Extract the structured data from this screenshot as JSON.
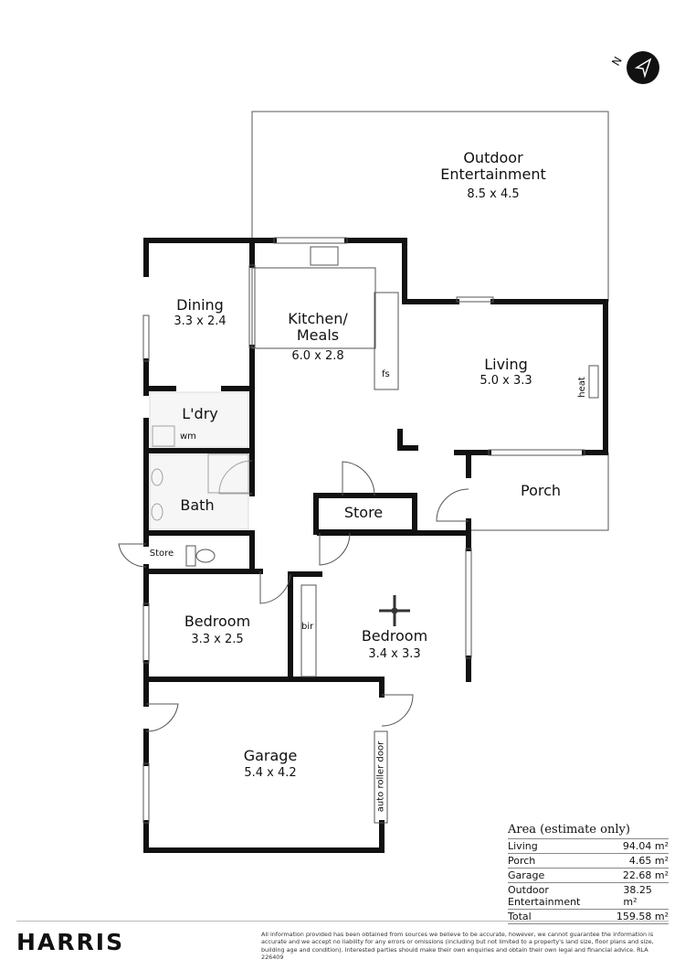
{
  "compass": {
    "north": "N",
    "icon": "north-arrow-icon"
  },
  "rooms": {
    "outdoor": {
      "name": "Outdoor\nEntertainment",
      "dims": "8.5 x 4.5"
    },
    "dining": {
      "name": "Dining",
      "dims": "3.3 x 2.4"
    },
    "kitchen": {
      "name": "Kitchen/\nMeals",
      "dims": "6.0 x 2.8"
    },
    "living": {
      "name": "Living",
      "dims": "5.0 x 3.3"
    },
    "laundry": {
      "name": "L'dry"
    },
    "bath": {
      "name": "Bath"
    },
    "store_mid": {
      "name": "Store"
    },
    "store_small": {
      "name": "Store"
    },
    "porch": {
      "name": "Porch"
    },
    "bedroom1": {
      "name": "Bedroom",
      "dims": "3.3 x 2.5"
    },
    "bedroom2": {
      "name": "Bedroom",
      "dims": "3.4 x 3.3"
    },
    "garage": {
      "name": "Garage",
      "dims": "5.4 x 4.2"
    }
  },
  "fixtures": {
    "fs": "fs",
    "wm": "wm",
    "heat": "heat",
    "bir": "bir",
    "roller": "auto roller door"
  },
  "area": {
    "title": "Area (estimate only)",
    "rows": [
      {
        "label": "Living",
        "value": "94.04 m²"
      },
      {
        "label": "Porch",
        "value": "4.65 m²"
      },
      {
        "label": "Garage",
        "value": "22.68 m²"
      },
      {
        "label": "Outdoor Entertainment",
        "value": "38.25 m²"
      },
      {
        "label": "Total",
        "value": "159.58 m²"
      }
    ]
  },
  "footer": {
    "logo": "HARRIS",
    "disclaimer": "All information provided has been obtained from sources we believe to be accurate, however, we cannot guarantee the information is accurate and we accept no liability for any errors or omissions (including but not limited to a property's land size, floor plans and size, building age and condition). Interested parties should make their own enquiries and obtain their own legal and financial advice. RLA 226409"
  }
}
